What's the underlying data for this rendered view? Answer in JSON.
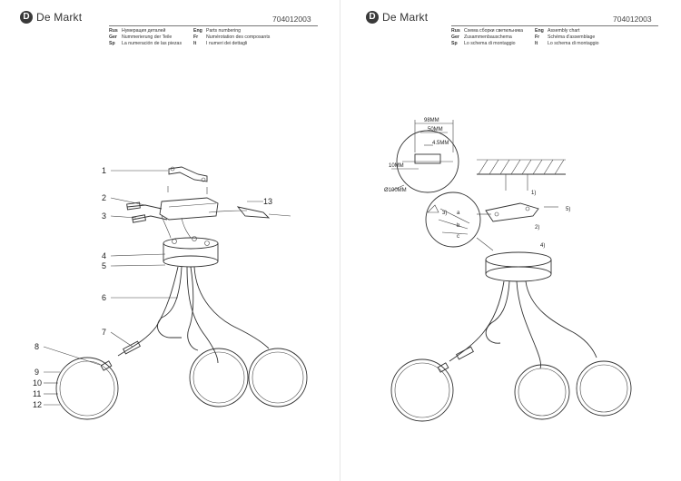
{
  "left_page": {
    "brand": "De Markt",
    "code": "704012003",
    "legend_col1": [
      {
        "lang": "Rus",
        "text": "Нумерация деталей"
      },
      {
        "lang": "Ger",
        "text": "Nummerierung der Teile"
      },
      {
        "lang": "Sp",
        "text": "La numeración de las piezas"
      }
    ],
    "legend_col2": [
      {
        "lang": "Eng",
        "text": "Parts numbering"
      },
      {
        "lang": "Fr",
        "text": "Numérotation des composants"
      },
      {
        "lang": "It",
        "text": "I numeri dei dettagli"
      }
    ],
    "part_numbers": [
      "1",
      "2",
      "3",
      "4",
      "5",
      "6",
      "7",
      "8",
      "9",
      "10",
      "11",
      "12",
      "13"
    ]
  },
  "right_page": {
    "brand": "De Markt",
    "code": "704012003",
    "legend_col1": [
      {
        "lang": "Rus",
        "text": "Схема сборки светильника"
      },
      {
        "lang": "Ger",
        "text": "Zusammenbauschema"
      },
      {
        "lang": "Sp",
        "text": "Lo schema di montaggio"
      }
    ],
    "legend_col2": [
      {
        "lang": "Eng",
        "text": "Assembly chart"
      },
      {
        "lang": "Fr",
        "text": "Schéma d'assemblage"
      },
      {
        "lang": "It",
        "text": "Lo schema di montaggio"
      }
    ],
    "dimensions": {
      "width_98": "98MM",
      "width_50": "50MM",
      "hole_4_5": "4.5MM",
      "depth_10": "10MM",
      "diameter_100": "Ø100MM"
    },
    "steps": [
      "1)",
      "2)",
      "3)",
      "4)",
      "5)"
    ],
    "wire_labels": [
      "a",
      "b",
      "c"
    ]
  }
}
